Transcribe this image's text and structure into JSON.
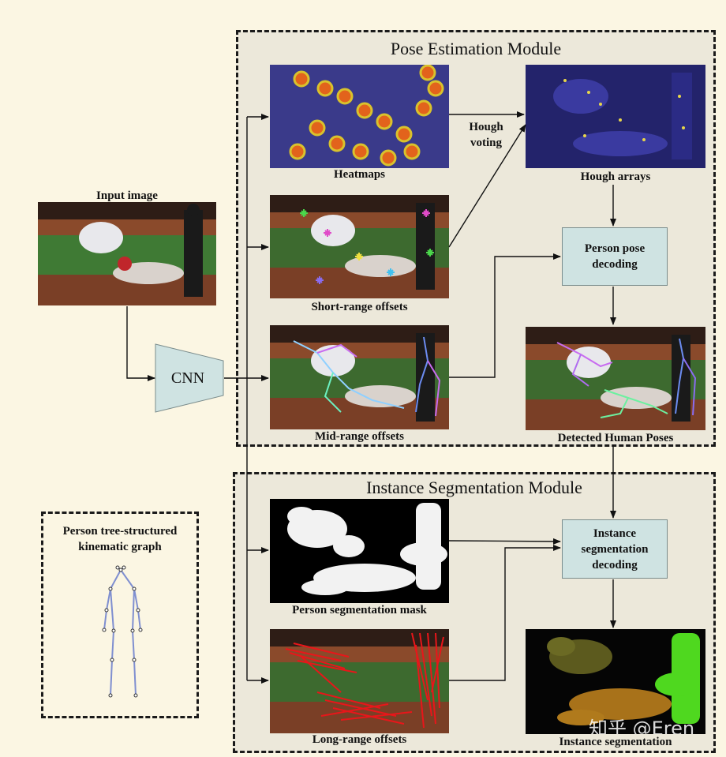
{
  "pose_module": {
    "title": "Pose Estimation Module"
  },
  "seg_module": {
    "title": "Instance Segmentation Module"
  },
  "input": {
    "label": "Input image"
  },
  "cnn": {
    "label": "CNN"
  },
  "outputs": {
    "heatmaps": "Heatmaps",
    "short_range": "Short-range offsets",
    "mid_range": "Mid-range offsets",
    "person_mask": "Person segmentation mask",
    "long_range": "Long-range offsets"
  },
  "hough": {
    "voting": "Hough\nvoting",
    "arrays": "Hough arrays"
  },
  "decoders": {
    "pose": "Person pose\ndecoding",
    "instance": "Instance\nsegmentation\ndecoding"
  },
  "results": {
    "poses": "Detected Human Poses",
    "instances": "Instance segmentation"
  },
  "graph": {
    "label": "Person tree-structured\nkinematic graph"
  },
  "watermark": "知乎 @Eren"
}
